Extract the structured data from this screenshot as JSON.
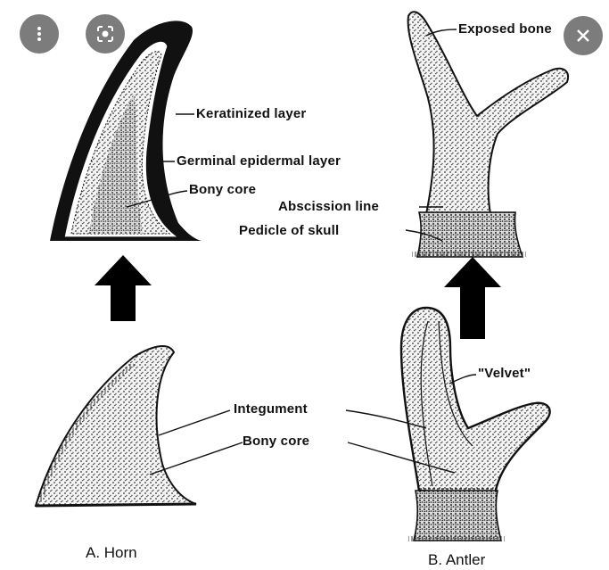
{
  "overlay": {
    "more_icon": "more-vertical-icon",
    "lens_icon": "visual-search-icon",
    "close_icon": "close-icon"
  },
  "horn_keratinized": {
    "labels": {
      "keratinized_layer": "Keratinized layer",
      "germinal_epidermal_layer": "Germinal epidermal layer",
      "bony_core": "Bony core"
    }
  },
  "horn_early": {
    "labels": {
      "integument": "Integument",
      "bony_core": "Bony core"
    },
    "caption": "A. Horn"
  },
  "antler_mature": {
    "labels": {
      "exposed_bone": "Exposed bone",
      "abscission_line": "Abscission line",
      "pedicle_of_skull": "Pedicle of skull"
    }
  },
  "antler_velvet": {
    "labels": {
      "velvet": "\"Velvet\""
    },
    "caption": "B. Antler"
  },
  "colors": {
    "ink": "#111111",
    "overlay": "#5f5f5f"
  }
}
